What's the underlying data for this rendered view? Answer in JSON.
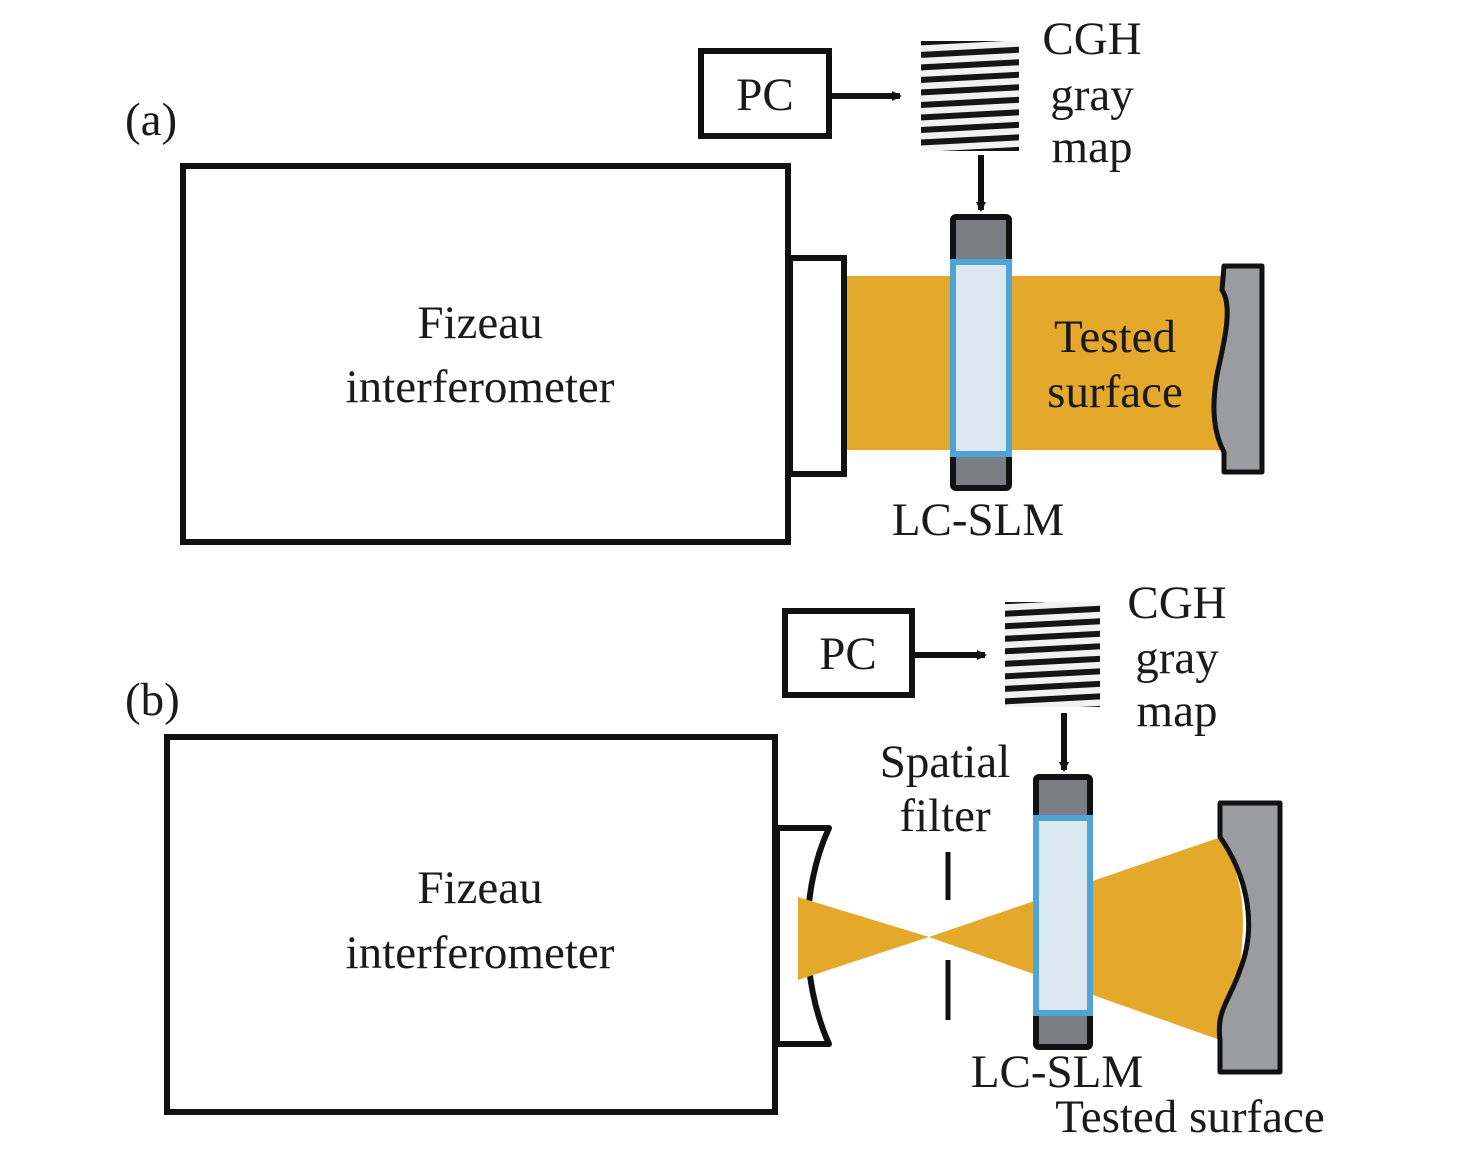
{
  "colors": {
    "beam": "#E4A82A",
    "slm_cap": "#7A7D84",
    "slm_glass": "#DCE8EF",
    "slm_border": "#4FA3D6",
    "tested_surface": "#9A9CA0",
    "outline": "#111111"
  },
  "panel_a": {
    "label": "(a)",
    "interferometer": {
      "line1": "Fizeau",
      "line2": "interferometer"
    },
    "pc": "PC",
    "cgh": {
      "line1": "CGH",
      "line2": "gray",
      "line3": "map"
    },
    "slm": "LC-SLM",
    "tested": {
      "line1": "Tested",
      "line2": "surface"
    },
    "beam_type": "collimated"
  },
  "panel_b": {
    "label": "(b)",
    "interferometer": {
      "line1": "Fizeau",
      "line2": "interferometer"
    },
    "pc": "PC",
    "cgh": {
      "line1": "CGH",
      "line2": "gray",
      "line3": "map"
    },
    "spatial_filter": {
      "line1": "Spatial",
      "line2": "filter"
    },
    "slm": "LC-SLM",
    "tested": "Tested surface",
    "beam_type": "diverging"
  }
}
